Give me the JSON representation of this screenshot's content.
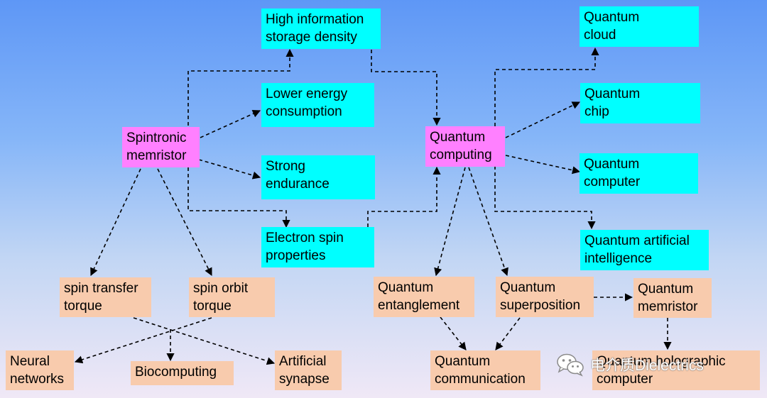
{
  "nodes": {
    "high_info_storage": "High information\nstorage density",
    "lower_energy": "Lower energy\nconsumption",
    "strong_endurance": "Strong\nendurance",
    "electron_spin": "Electron spin\nproperties",
    "spintronic_memristor": "Spintronic\nmemristor",
    "quantum_computing": "Quantum\ncomputing",
    "quantum_cloud": "Quantum\ncloud",
    "quantum_chip": "Quantum\nchip",
    "quantum_computer": "Quantum\ncomputer",
    "quantum_ai": "Quantum artificial\nintelligence",
    "spin_transfer_torque": "spin transfer\ntorque",
    "spin_orbit_torque": "spin orbit\ntorque",
    "quantum_entanglement": "Quantum\nentanglement",
    "quantum_superposition": "Quantum\nsuperposition",
    "quantum_memristor": "Quantum\nmemristor",
    "neural_networks": "Neural\nnetworks",
    "biocomputing": "Biocomputing",
    "artificial_synapse": "Artificial\nsynapse",
    "quantum_communication": "Quantum\ncommunication",
    "quantum_holographic": "Quantum holographic\ncomputer"
  },
  "colors": {
    "benefit_box": "#00ffff",
    "core_box": "#ff80ff",
    "mechanism_box": "#f8cbad",
    "arrow": "#000000"
  },
  "watermark": {
    "text": "电介质Dielectrics",
    "icon": "wechat-logo-icon"
  }
}
